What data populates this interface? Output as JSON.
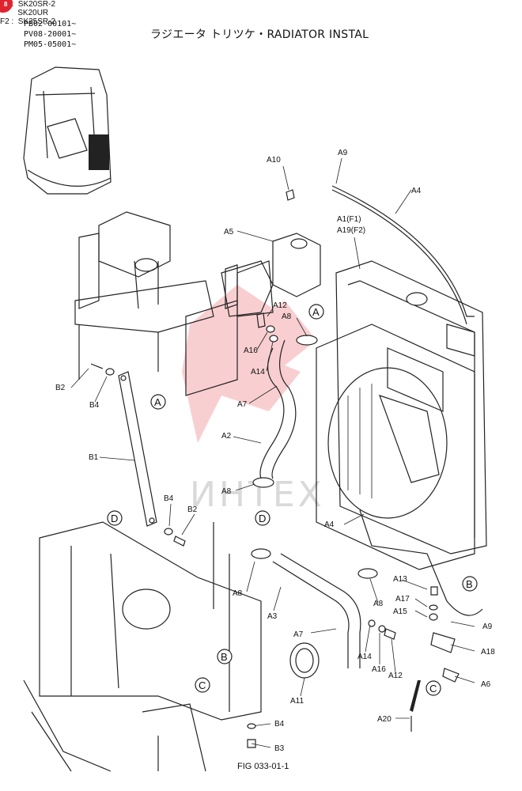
{
  "header": {
    "serials": [
      "PB02-00101~",
      "PV08-20001~",
      "PM05-05001~"
    ],
    "title": "ラジエータ トリツケ・RADIATOR INSTAL",
    "models": [
      "F1 :  SK20SR-2",
      "        SK20UR",
      "F2 :  SK25SR-2"
    ]
  },
  "figure_id": "FIG 033-01-1",
  "watermark": {
    "text": "ИНТЕХ",
    "color": "#e0242f"
  },
  "callouts": [
    {
      "id": "A9"
    },
    {
      "id": "A4"
    },
    {
      "id": "A10"
    },
    {
      "id": "A1(F1)"
    },
    {
      "id": "A19(F2)"
    },
    {
      "id": "A5"
    },
    {
      "id": "A12"
    },
    {
      "id": "A8"
    },
    {
      "id": "A16"
    },
    {
      "id": "A14"
    },
    {
      "id": "A7"
    },
    {
      "id": "A2"
    },
    {
      "id": "B2"
    },
    {
      "id": "B4"
    },
    {
      "id": "B1"
    },
    {
      "id": "A8"
    },
    {
      "id": "B4"
    },
    {
      "id": "B2"
    },
    {
      "id": "A4"
    },
    {
      "id": "A8"
    },
    {
      "id": "A3"
    },
    {
      "id": "A8"
    },
    {
      "id": "A13"
    },
    {
      "id": "A17"
    },
    {
      "id": "A15"
    },
    {
      "id": "A9"
    },
    {
      "id": "A7"
    },
    {
      "id": "A14"
    },
    {
      "id": "A16"
    },
    {
      "id": "A12"
    },
    {
      "id": "A18"
    },
    {
      "id": "A6"
    },
    {
      "id": "A11"
    },
    {
      "id": "A20"
    },
    {
      "id": "B4"
    },
    {
      "id": "B3"
    }
  ],
  "reference_markers": [
    "A",
    "A",
    "D",
    "D",
    "B",
    "B",
    "C",
    "C"
  ]
}
